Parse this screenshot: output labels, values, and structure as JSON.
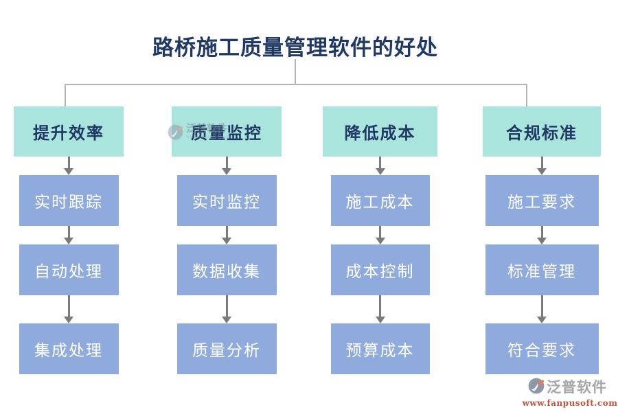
{
  "title": "路桥施工质量管理软件的好处",
  "diagram": {
    "columns": [
      {
        "header": "提升效率",
        "items": [
          "实时跟踪",
          "自动处理",
          "集成处理"
        ]
      },
      {
        "header": "质量监控",
        "items": [
          "实时监控",
          "数据收集",
          "质量分析"
        ]
      },
      {
        "header": "降低成本",
        "items": [
          "施工成本",
          "成本控制",
          "预算成本"
        ]
      },
      {
        "header": "合规标准",
        "items": [
          "施工要求",
          "标准管理",
          "符合要求"
        ]
      }
    ]
  },
  "watermark": {
    "brand": "泛普软件",
    "url": "www.fanpusoft.com"
  },
  "footer": {
    "brand": "泛普软件",
    "url": "www.fanpusoft.com"
  },
  "colors": {
    "header_fill": "#a9e5dc",
    "node_fill": "#8faadc",
    "title_text": "#1f3864",
    "node_text": "#ffffff",
    "arrow": "#7a7a7a",
    "connector": "#b3b3b3",
    "footer_brand": "#a6a6a6",
    "footer_url": "#c8523a",
    "logo_base": "#8d97a8",
    "logo_leaf": "#d97e5f"
  }
}
